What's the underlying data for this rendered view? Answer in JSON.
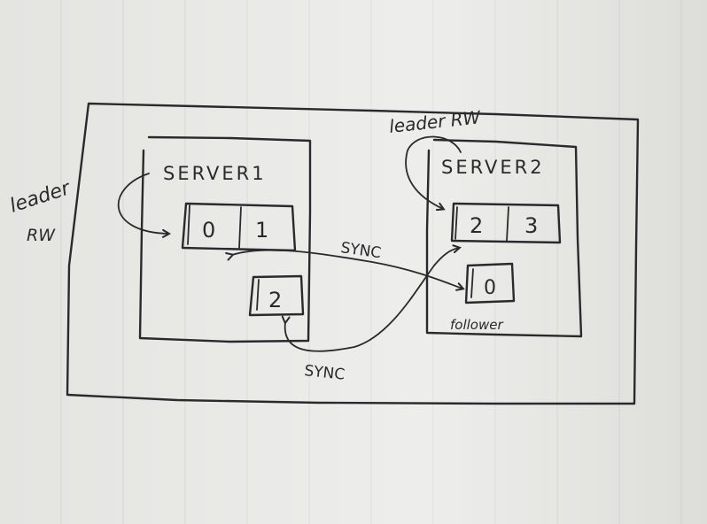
{
  "diagram": {
    "server1": {
      "title": "SERVER1",
      "partitions_row": [
        "0",
        "1"
      ],
      "partition_single": "2"
    },
    "server2": {
      "title": "SERVER2",
      "partitions_row": [
        "2",
        "3"
      ],
      "partition_single": "0",
      "follower_label": "follower"
    },
    "left_note": {
      "line1": "leader",
      "line2": "RW"
    },
    "top_note": "leader RW",
    "sync_upper": "SYNC",
    "sync_lower": "SYNC"
  },
  "colors": {
    "ink": "#2a2a2e",
    "paper": "#e4e5e1",
    "rule": "#96a0aa"
  }
}
